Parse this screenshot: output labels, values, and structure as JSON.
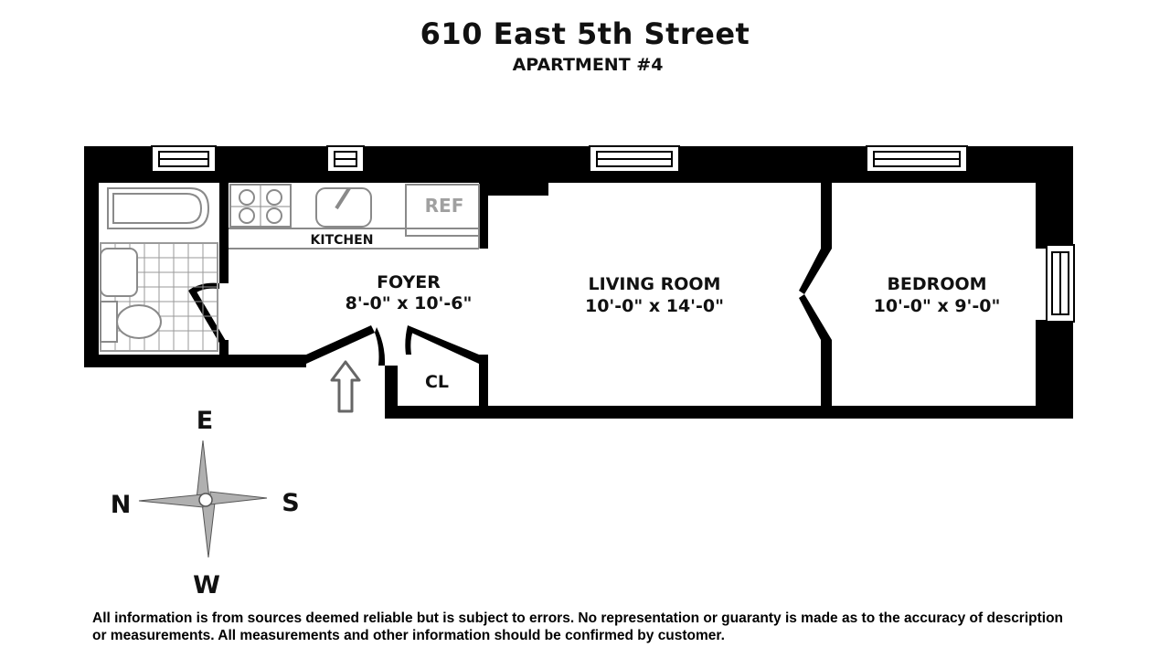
{
  "header": {
    "title": "610 East 5th Street",
    "subtitle": "APARTMENT #4"
  },
  "rooms": {
    "kitchen": {
      "name": "KITCHEN"
    },
    "ref": {
      "name": "REF"
    },
    "foyer": {
      "name": "FOYER",
      "dims": "8'-0\" x 10'-6\""
    },
    "living": {
      "name": "LIVING ROOM",
      "dims": "10'-0\" x 14'-0\""
    },
    "bedroom": {
      "name": "BEDROOM",
      "dims": "10'-0\" x 9'-0\""
    },
    "closet": {
      "name": "CL"
    }
  },
  "compass": {
    "north": "N",
    "east": "E",
    "south": "S",
    "west": "W"
  },
  "icons": {
    "entry": "entrance-arrow-icon",
    "compass": "compass-rose-icon"
  },
  "colors": {
    "wall": "#000000",
    "fixture": "#8a8a8a"
  },
  "disclaimer": "All information is from sources deemed reliable but is subject to errors.  No representation or guaranty is made as to the accuracy of description or measurements.  All measurements and other information should be confirmed by customer."
}
